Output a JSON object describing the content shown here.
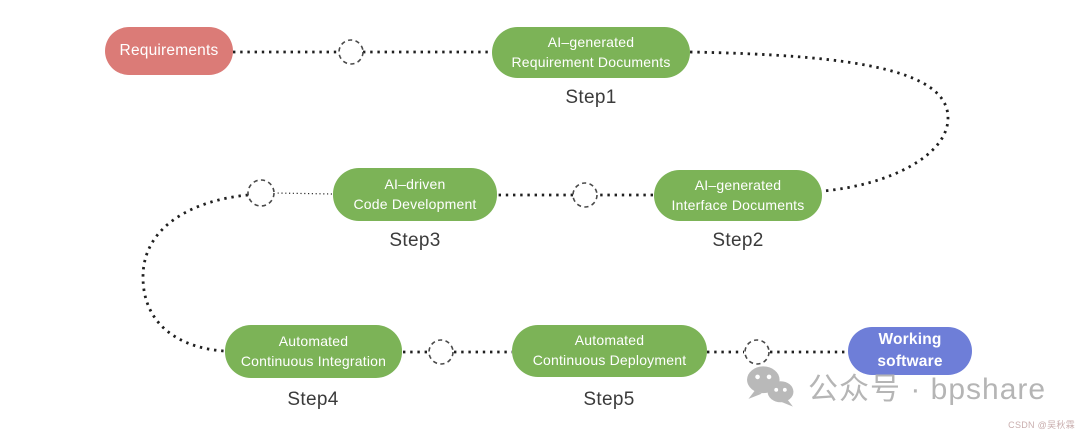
{
  "diagram": {
    "nodes": {
      "requirements": {
        "label": "Requirements"
      },
      "step1": {
        "label": "AI–generated\nRequirement Documents",
        "step_label": "Step1"
      },
      "step2": {
        "label": "AI–generated\nInterface Documents",
        "step_label": "Step2"
      },
      "step3": {
        "label": "AI–driven\nCode Development",
        "step_label": "Step3"
      },
      "step4": {
        "label": "Automated\nContinuous Integration",
        "step_label": "Step4"
      },
      "step5": {
        "label": "Automated\nContinuous Deployment",
        "step_label": "Step5"
      },
      "working_software": {
        "label": "Working\nsoftware"
      }
    },
    "colors": {
      "start_node": "#DB7B77",
      "process_node": "#7CB357",
      "end_node": "#6E7ED8",
      "connector": "#202020",
      "step_text": "#3B3B3B"
    }
  },
  "watermark": {
    "wechat_icon": "wechat-icon",
    "account_label": "公众号 · bpshare",
    "csdn_label": "CSDN @吴秋霖",
    "text_color": "#B5B5B5",
    "csdn_color": "#C9AEAE"
  }
}
